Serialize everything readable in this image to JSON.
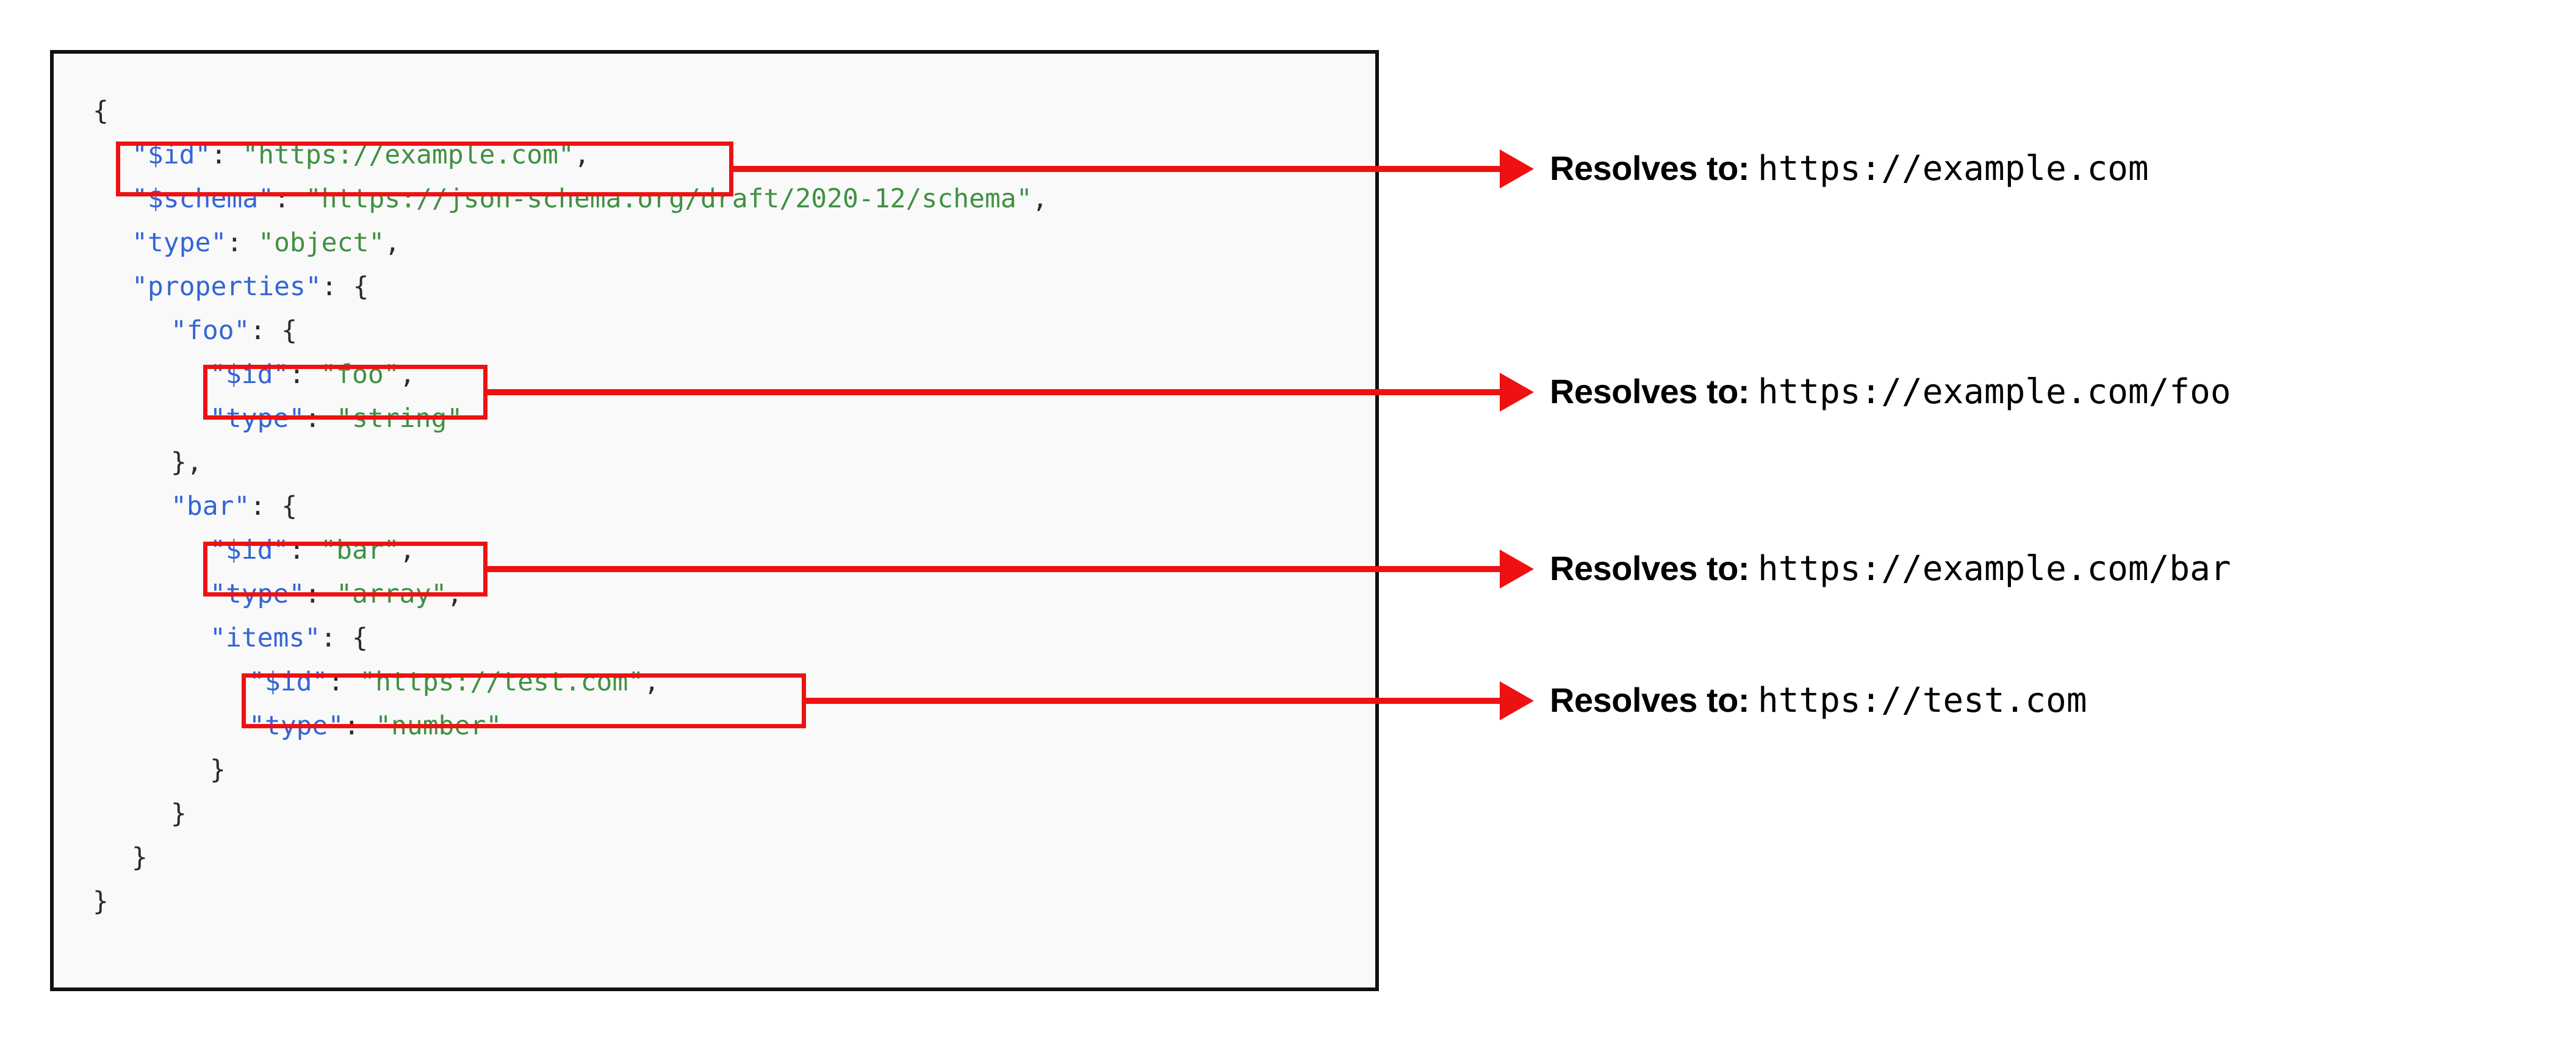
{
  "figure": {
    "type": "annotated-code-diagram",
    "background_color": "#ffffff",
    "accent_color": "#ee1111",
    "code_panel": {
      "background_color": "#f9f9f9",
      "border_color": "#111111",
      "language": "json",
      "token_colors": {
        "key": "#3465d4",
        "string": "#3f9142",
        "punctuation": "#2b2b2b"
      },
      "lines": [
        {
          "indent": 0,
          "text": "{"
        },
        {
          "indent": 1,
          "key": "\"$id\"",
          "string": "\"https://example.com\"",
          "trailing": ","
        },
        {
          "indent": 1,
          "key": "\"$schema\"",
          "string": "\"https://json-schema.org/draft/2020-12/schema\"",
          "trailing": ","
        },
        {
          "indent": 1,
          "key": "\"type\"",
          "string": "\"object\"",
          "trailing": ","
        },
        {
          "indent": 1,
          "key": "\"properties\"",
          "open": "{"
        },
        {
          "indent": 2,
          "key": "\"foo\"",
          "open": "{"
        },
        {
          "indent": 3,
          "key": "\"$id\"",
          "string": "\"foo\"",
          "trailing": ","
        },
        {
          "indent": 3,
          "key": "\"type\"",
          "string": "\"string\"",
          "trailing": ""
        },
        {
          "indent": 2,
          "text": "},"
        },
        {
          "indent": 2,
          "key": "\"bar\"",
          "open": "{"
        },
        {
          "indent": 3,
          "key": "\"$id\"",
          "string": "\"bar\"",
          "trailing": ","
        },
        {
          "indent": 3,
          "key": "\"type\"",
          "string": "\"array\"",
          "trailing": ","
        },
        {
          "indent": 3,
          "key": "\"items\"",
          "open": "{"
        },
        {
          "indent": 4,
          "key": "\"$id\"",
          "string": "\"https://test.com\"",
          "trailing": ","
        },
        {
          "indent": 4,
          "key": "\"type\"",
          "string": "\"number\"",
          "trailing": ""
        },
        {
          "indent": 3,
          "text": "}"
        },
        {
          "indent": 2,
          "text": "}"
        },
        {
          "indent": 1,
          "text": "}"
        },
        {
          "indent": 0,
          "text": "}"
        }
      ]
    },
    "annotations": [
      {
        "id": "annot-1",
        "label": "Resolves to:",
        "url": "https://example.com",
        "highlighted_code": "\"$id\": \"https://example.com\""
      },
      {
        "id": "annot-2",
        "label": "Resolves to:",
        "url": "https://example.com/foo",
        "highlighted_code": "\"$id\": \"foo\""
      },
      {
        "id": "annot-3",
        "label": "Resolves to:",
        "url": "https://example.com/bar",
        "highlighted_code": "\"$id\": \"bar\""
      },
      {
        "id": "annot-4",
        "label": "Resolves to:",
        "url": "https://test.com",
        "highlighted_code": "\"$id\": \"https://test.com\""
      }
    ]
  }
}
